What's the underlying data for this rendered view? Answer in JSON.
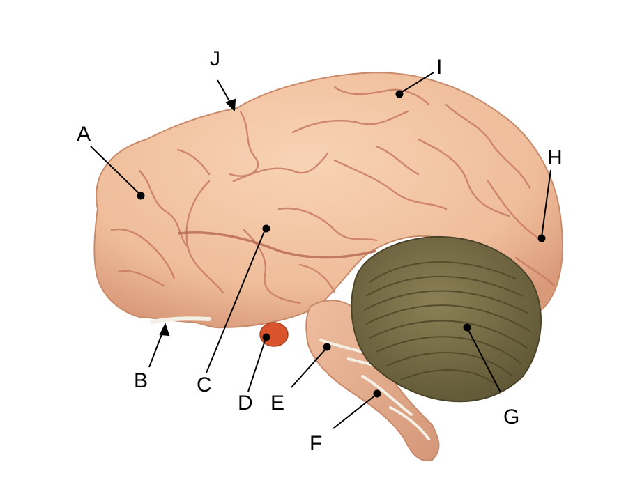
{
  "labels": {
    "a": "A",
    "b": "B",
    "c": "C",
    "d": "D",
    "e": "E",
    "f": "F",
    "g": "G",
    "h": "H",
    "i": "I",
    "j": "J"
  },
  "colors": {
    "background": "#ffffff",
    "cerebrum": "#f2c4a2",
    "cerebrum_shadow": "#d99a7a",
    "sulcus": "#c97a63",
    "cerebellum": "#7b7047",
    "cerebellum_dark": "#5c5433",
    "brainstem": "#e8b08e",
    "pituitary": "#d9542c",
    "nerve": "#f4f0e6",
    "leader_line": "#000000"
  }
}
